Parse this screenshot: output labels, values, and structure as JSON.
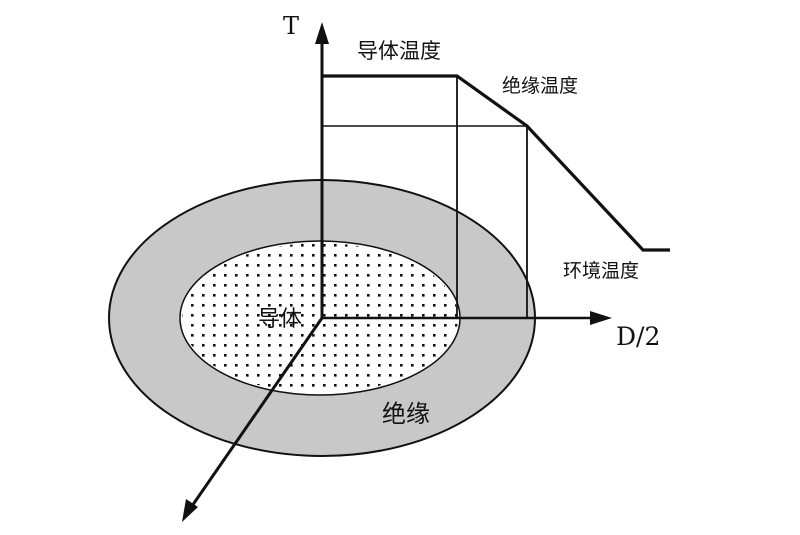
{
  "axes": {
    "vertical_label": "T",
    "horizontal_label": "D/2"
  },
  "labels": {
    "conductor_temperature": "导体温度",
    "insulation_temperature": "绝缘温度",
    "ambient_temperature": "环境温度",
    "conductor": "导体",
    "insulation": "绝缘"
  },
  "colors": {
    "insulation_fill": "#c8c8c8",
    "conductor_fill": "#ffffff",
    "dot_color": "#111111",
    "line_color": "#111111"
  }
}
